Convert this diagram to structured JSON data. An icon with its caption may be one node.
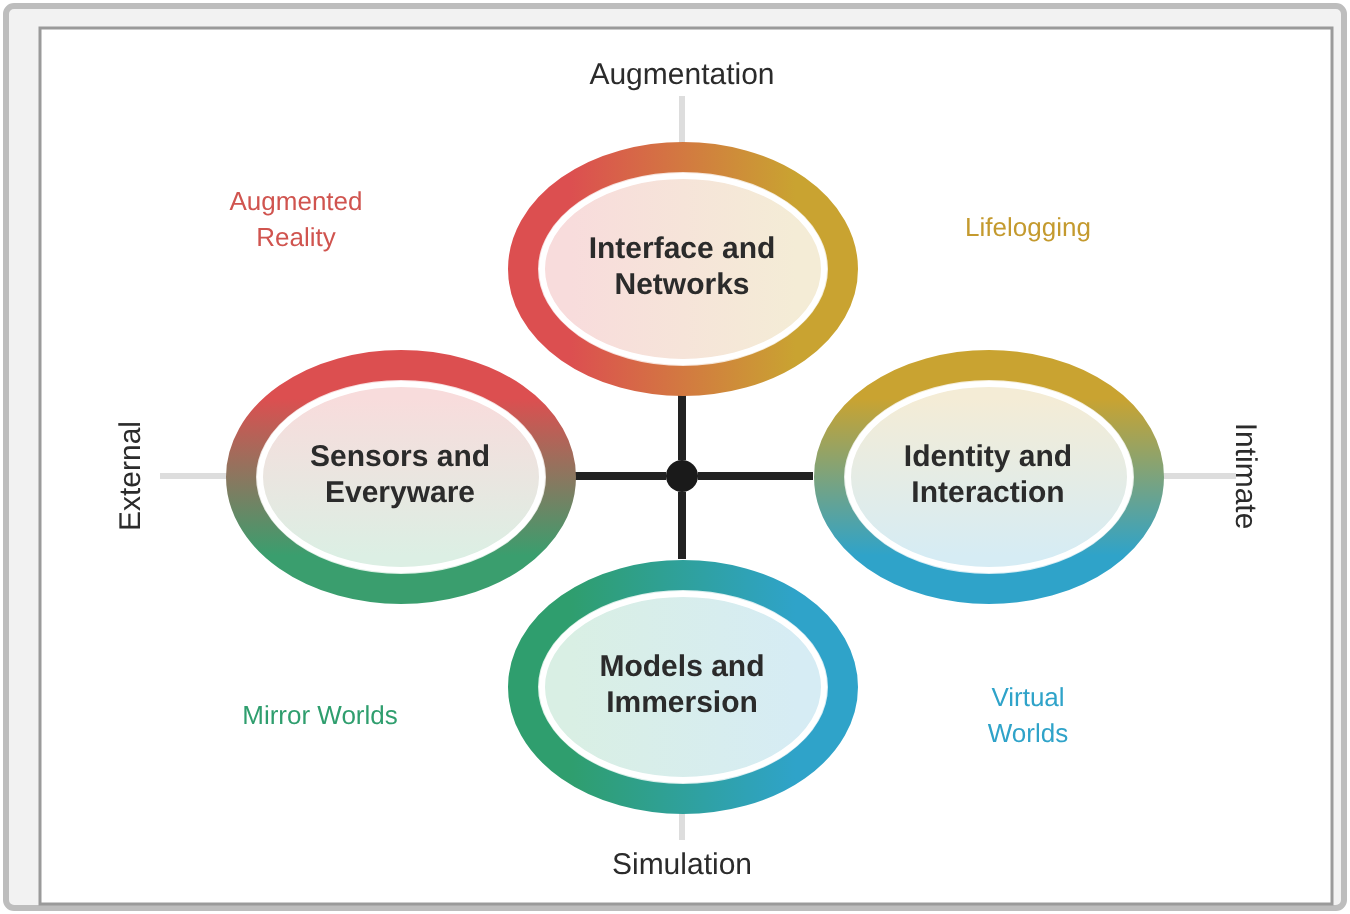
{
  "diagram": {
    "nodes": [
      {
        "text": [
          "Interface and Networks"
        ]
      },
      {
        "text": [
          "Sensors and Everyware"
        ]
      },
      {
        "text": [
          "Identity and Interaction"
        ]
      },
      {
        "text": [
          "Models and Immersion"
        ]
      },
      {
        "text": [],
        "shape": "circle"
      }
    ],
    "edges": [
      {
        "from": 4,
        "to": 0,
        "arrow": "none"
      },
      {
        "from": 4,
        "to": 1,
        "arrow": "none"
      },
      {
        "from": 4,
        "to": 2,
        "arrow": "none"
      },
      {
        "from": 4,
        "to": 3,
        "arrow": "none"
      }
    ],
    "labels": [
      "Augmentation",
      "Augmented Reality",
      "Lifelogging",
      "External",
      "Intimate",
      "Mirror Worlds",
      "Virtual Worlds",
      "Simulation"
    ]
  }
}
